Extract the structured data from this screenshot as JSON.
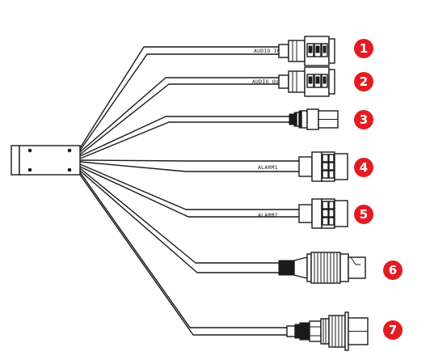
{
  "labels": {
    "audio_in": "AUDIO IN",
    "audio_out": "AUDIO OUT",
    "alarm1": "ALARM1",
    "alarm2": "ALARM2"
  },
  "badges": [
    "1",
    "2",
    "3",
    "4",
    "5",
    "6",
    "7"
  ],
  "colors": {
    "badge": "#e31b23",
    "line": "#1a1a1a"
  },
  "icons": [
    "mounting-plate",
    "rca-connector",
    "dc-power-jack",
    "terminal-block",
    "rj45-connector",
    "bnc-connector"
  ]
}
